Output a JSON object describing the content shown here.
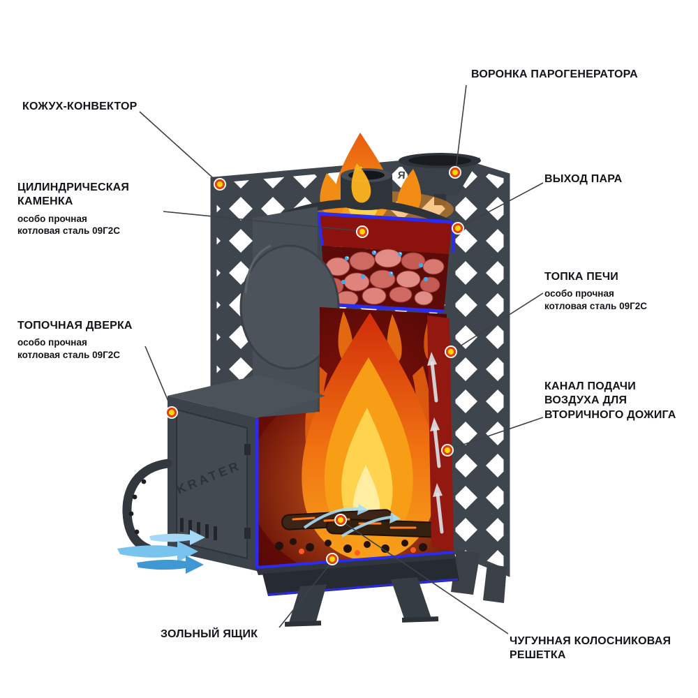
{
  "diagram": {
    "brand": "KRATER",
    "colors": {
      "background": "#ffffff",
      "steel_dark": "#3c424a",
      "lattice": "#3f454c",
      "cut_edge_blue": "#2b2bf2",
      "interior_red": "#8c130d",
      "flame_orange": "#f07311",
      "flame_yellow": "#ffd34d",
      "stone_pink": "#e0837c",
      "water_blue": "#45a7e8",
      "marker_center": "#ffd60a",
      "marker_ring": "#e2400f",
      "label_text": "#111418"
    },
    "labels": [
      {
        "key": "steam_funnel",
        "title": "ВОРОНКА ПАРОГЕНЕРАТОРА",
        "subtitle": ""
      },
      {
        "key": "convector_casing",
        "title": "КОЖУХ-КОНВЕКТОР",
        "subtitle": ""
      },
      {
        "key": "stone_heater",
        "title": "ЦИЛИНДРИЧЕСКАЯ\nКАМЕНКА",
        "subtitle": "особо прочная\nкотловая сталь 09Г2С"
      },
      {
        "key": "steam_outlet",
        "title": "ВЫХОД ПАРА",
        "subtitle": ""
      },
      {
        "key": "firebox",
        "title": "ТОПКА ПЕЧИ",
        "subtitle": "особо прочная\nкотловая сталь 09Г2С"
      },
      {
        "key": "fire_door",
        "title": "ТОПОЧНАЯ ДВЕРКА",
        "subtitle": "особо прочная\nкотловая сталь 09Г2С"
      },
      {
        "key": "secondary_air_channel",
        "title": "КАНАЛ ПОДАЧИ\nВОЗДУХА ДЛЯ\nВТОРИЧНОГО ДОЖИГА",
        "subtitle": ""
      },
      {
        "key": "ash_box",
        "title": "ЗОЛЬНЫЙ ЯЩИК",
        "subtitle": ""
      },
      {
        "key": "cast_iron_grate",
        "title": "ЧУГУННАЯ КОЛОСНИКОВАЯ\nРЕШЕТКА",
        "subtitle": ""
      }
    ]
  }
}
